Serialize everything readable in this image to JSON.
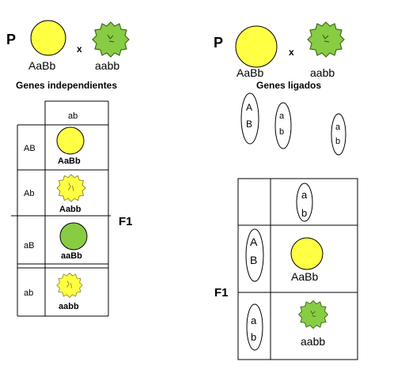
{
  "left": {
    "p_label": "P",
    "parent1_genotype": "AaBb",
    "cross_symbol": "x",
    "parent2_genotype": "aabb",
    "title": "Genes independientes",
    "table": {
      "column_header": "ab",
      "rows": [
        {
          "gamete": "AB",
          "genotype": "AaBb",
          "phenotype": "yellow-round"
        },
        {
          "gamete": "Ab",
          "genotype": "Aabb",
          "phenotype": "yellow-wrinkled"
        },
        {
          "gamete": "aB",
          "genotype": "aaBb",
          "phenotype": "green-round"
        },
        {
          "gamete": "ab",
          "genotype": "aabb",
          "phenotype": "yellow-wrinkled"
        }
      ]
    },
    "f1_label": "F1"
  },
  "right": {
    "p_label": "P",
    "parent1_genotype": "AaBb",
    "cross_symbol": "x",
    "parent2_genotype": "aabb",
    "title": "Genes ligados",
    "chromosomes_parent1": [
      "A",
      "B"
    ],
    "chromosomes_parent1b": [
      "a",
      "b"
    ],
    "chromosomes_parent2": [
      "a",
      "b"
    ],
    "table": {
      "column_header": [
        "a",
        "b"
      ],
      "rows": [
        {
          "gamete": [
            "A",
            "B"
          ],
          "genotype": "AaBb",
          "phenotype": "yellow-round"
        },
        {
          "gamete": [
            "a",
            "b"
          ],
          "genotype": "aabb",
          "phenotype": "green-wrinkled"
        }
      ]
    },
    "f1_label": "F1"
  },
  "colors": {
    "yellow": "#ffff44",
    "green": "#88cc44",
    "outline": "#000000"
  }
}
